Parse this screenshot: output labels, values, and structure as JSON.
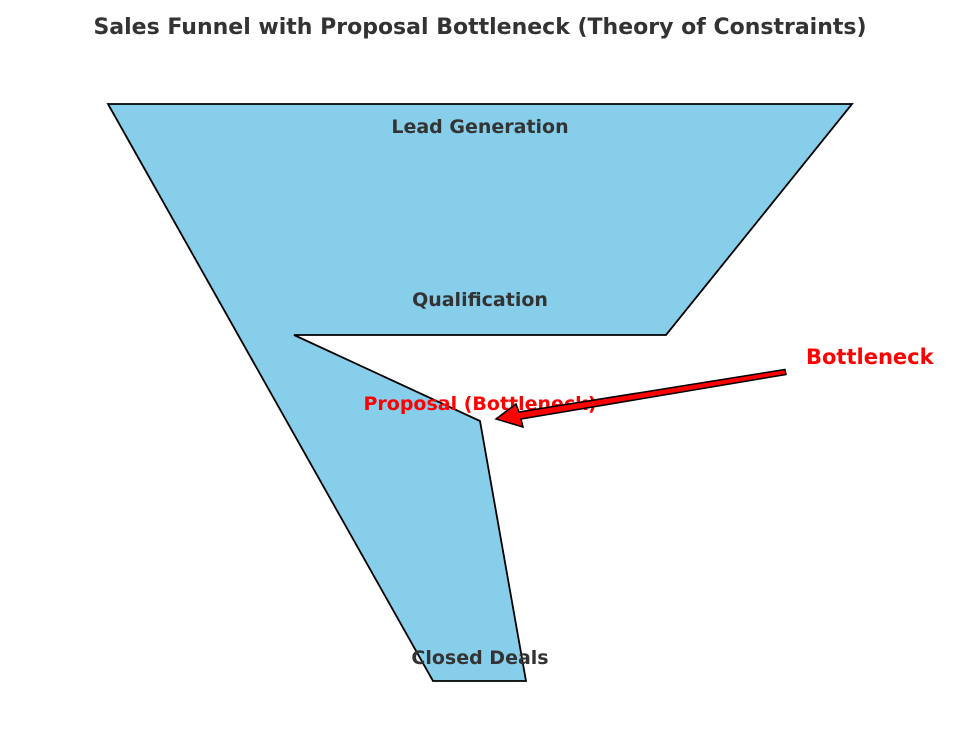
{
  "title": "Sales Funnel with Proposal Bottleneck (Theory of Constraints)",
  "stages": [
    {
      "label": "Lead Generation",
      "color": "#333333"
    },
    {
      "label": "Qualification",
      "color": "#333333"
    },
    {
      "label": "Proposal (Bottleneck)",
      "color": "#ff0000"
    },
    {
      "label": "Closed Deals",
      "color": "#333333"
    }
  ],
  "annotation": {
    "label": "Bottleneck",
    "color": "#ff0000"
  },
  "colors": {
    "funnel_fill": "#87ceeb",
    "outline": "#000000",
    "arrow": "#ff0000",
    "title": "#333333"
  }
}
